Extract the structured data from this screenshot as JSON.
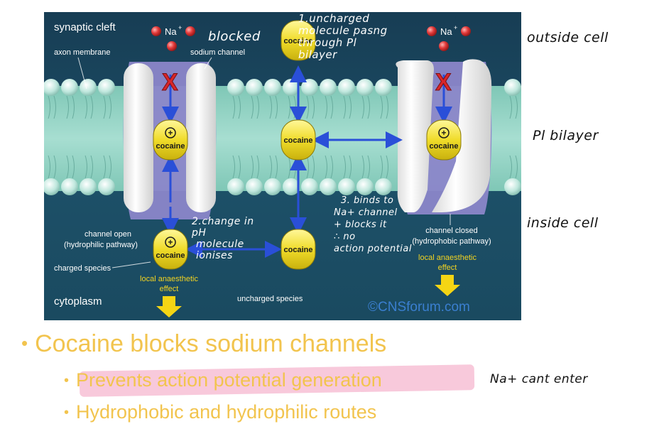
{
  "diagram": {
    "labels": {
      "synaptic_cleft": "synaptic cleft",
      "axon_membrane": "axon membrane",
      "sodium_channel": "sodium channel",
      "na_plus": "Na",
      "plus_sup": "+",
      "cocaine": "cocaine",
      "channel_open_line1": "channel open",
      "channel_open_line2": "(hydrophilic pathway)",
      "charged_species": "charged species",
      "local_effect_line1": "local anaesthetic",
      "local_effect_line2": "effect",
      "cytoplasm": "cytoplasm",
      "uncharged_species": "uncharged species",
      "channel_closed_line1": "channel closed",
      "channel_closed_line2": "(hydrophobic pathway)",
      "copyright": "©CNSforum.com",
      "block_mark": "X"
    },
    "colors": {
      "cleft_bg": "#173d54",
      "cytoplasm_bg": "#1f5a70",
      "membrane_band": "#8fd3c2",
      "bead": "#c9ece3",
      "channel_glow": "#8b86c9",
      "protein": "#f2f2f2",
      "cocaine_fill": "#f3e337",
      "arrow": "#2a4fd8",
      "block_red": "#d8262a",
      "yellow_text": "#f2d321",
      "effect_arrow": "#f5d514"
    }
  },
  "annotations": {
    "blocked": "blocked",
    "note1_line1": "1.uncharged",
    "note1_line2": "molecule pasng",
    "note1_line3": "through Pl",
    "note1_line4": "bilayer",
    "note2_line1": "2.change in",
    "note2_line2": "pH",
    "note2_line3": "molecule",
    "note2_line4": "ionises",
    "note3_line1": "3. binds to",
    "note3_line2": "Na+ channel",
    "note3_line3": "+ blocks it",
    "note3_line4": "∴ no",
    "note3_line5": "action potential",
    "outside_cell": "outside cell",
    "pl_bilayer": "Pl bilayer",
    "inside_cell": "inside cell",
    "na_cant_enter": "Na+ cant enter"
  },
  "bullets": {
    "main": "Cocaine blocks sodium channels",
    "sub1": "Prevents action potential generation",
    "sub2": "Hydrophobic and hydrophilic routes",
    "bullet_glyph": "•"
  }
}
